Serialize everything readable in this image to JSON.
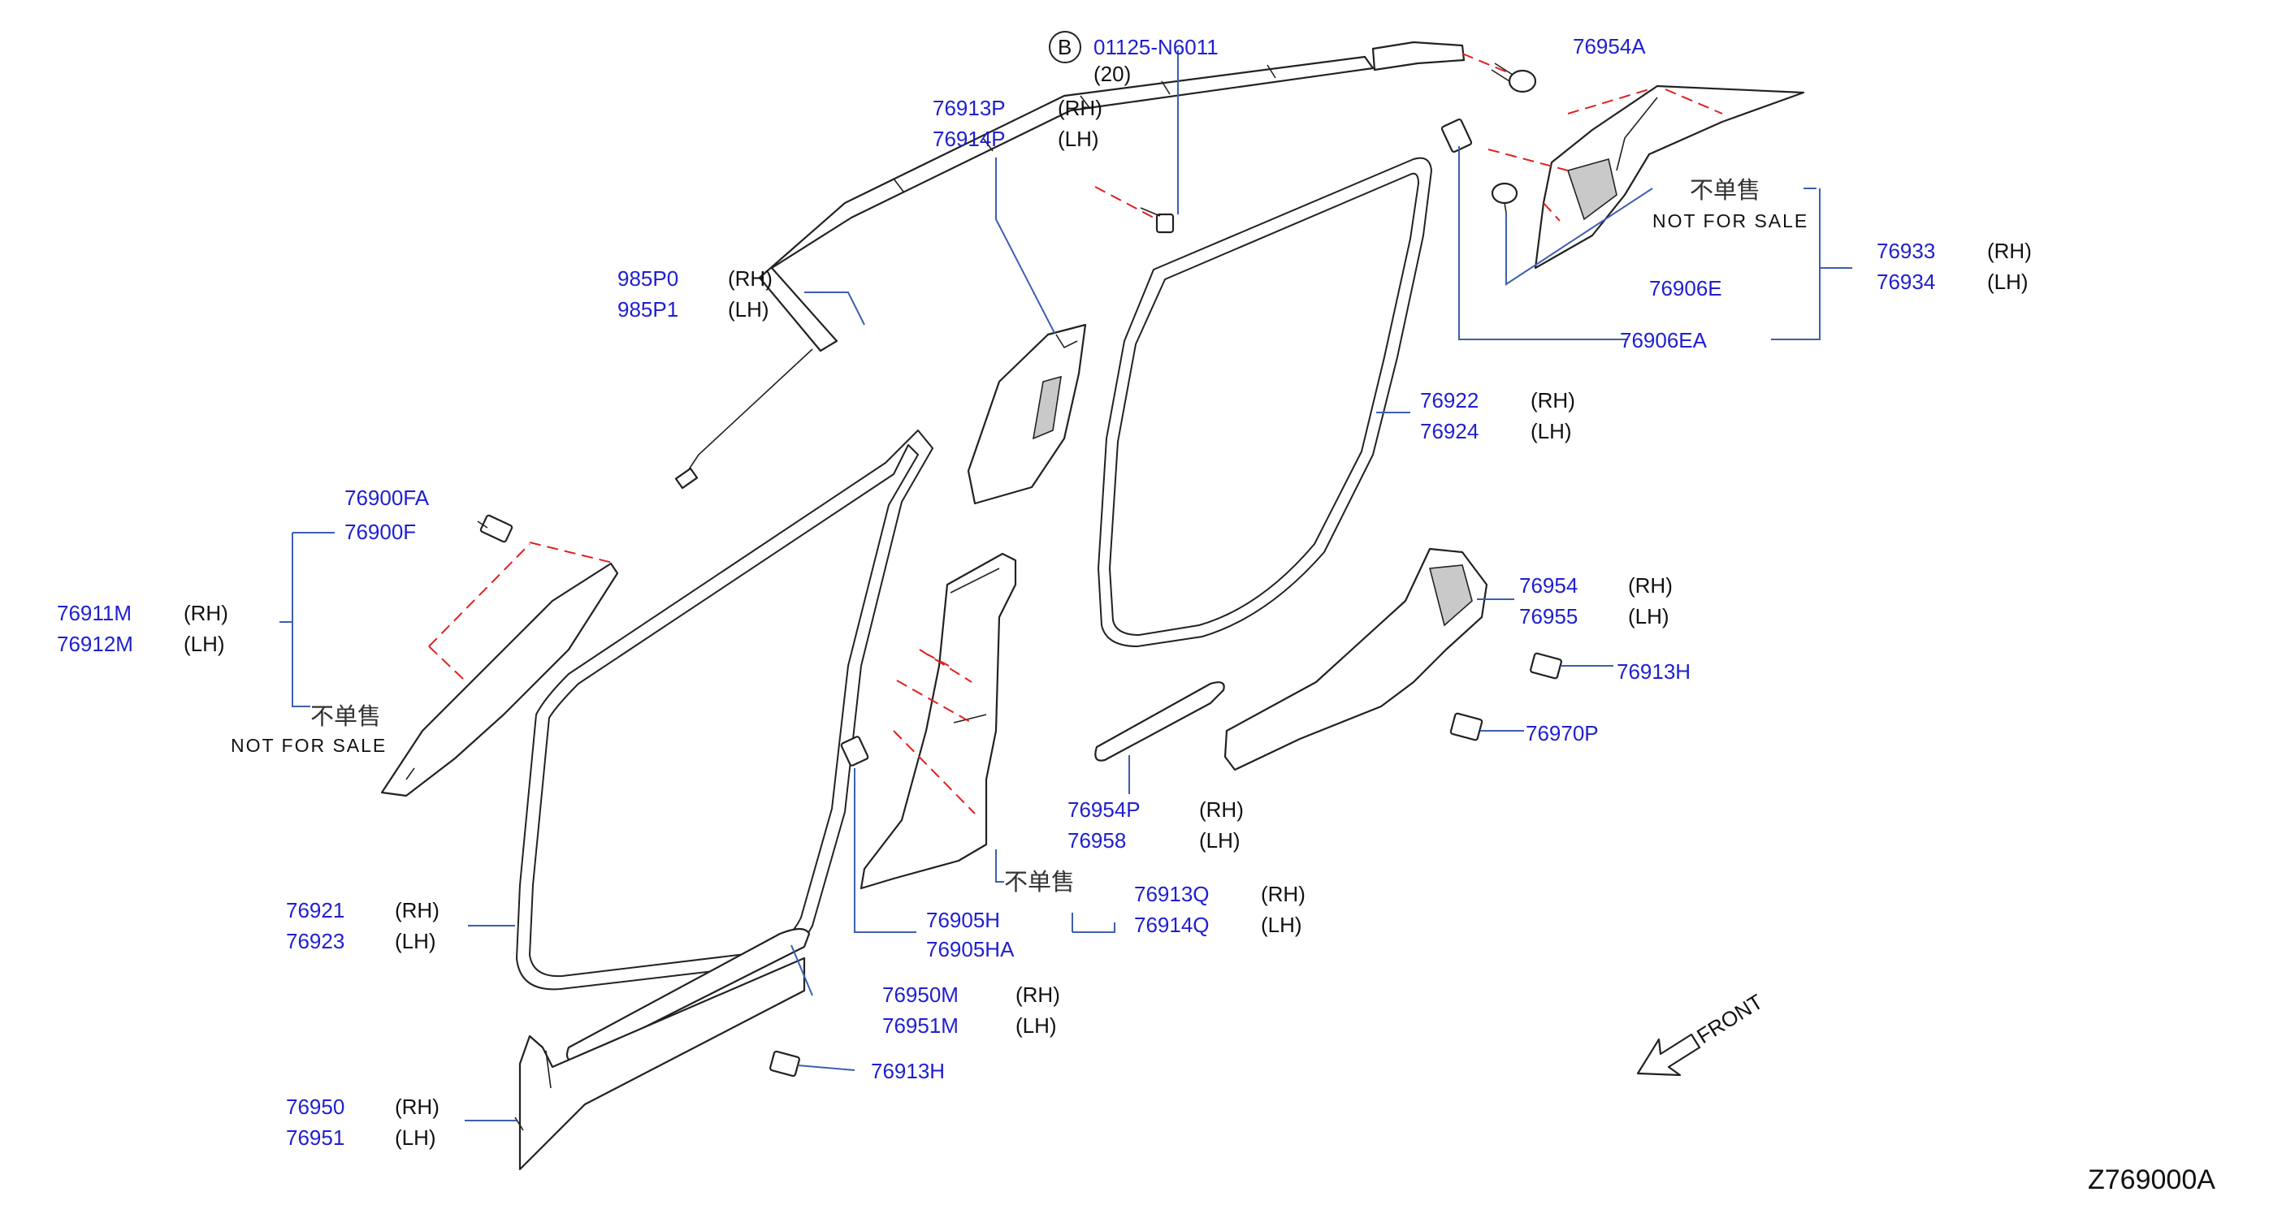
{
  "diagram_code": "Z769000A",
  "front_label": "FRONT",
  "not_for_sale": {
    "cjk": "不单售",
    "en": "NOT FOR SALE"
  },
  "callout_bolt": {
    "letter": "B",
    "part": "01125-N6011",
    "qty": "(20)"
  },
  "labels": {
    "p76954A": "76954A",
    "p76913P": "76913P",
    "p76914P": "76914P",
    "p985P0": "985P0",
    "p985P1": "985P1",
    "p76933": "76933",
    "p76934": "76934",
    "p76906E": "76906E",
    "p76906EA": "76906EA",
    "p76922": "76922",
    "p76924": "76924",
    "p76900FA": "76900FA",
    "p76900F": "76900F",
    "p76911M": "76911M",
    "p76912M": "76912M",
    "p76954": "76954",
    "p76955": "76955",
    "p76913H_a": "76913H",
    "p76970P": "76970P",
    "p76954P": "76954P",
    "p76958": "76958",
    "p76913Q": "76913Q",
    "p76914Q": "76914Q",
    "p76905H": "76905H",
    "p76905HA": "76905HA",
    "p76921": "76921",
    "p76923": "76923",
    "p76950M": "76950M",
    "p76951M": "76951M",
    "p76913H_b": "76913H",
    "p76950": "76950",
    "p76951": "76951"
  },
  "side": {
    "rh": "(RH)",
    "lh": "(LH)"
  }
}
